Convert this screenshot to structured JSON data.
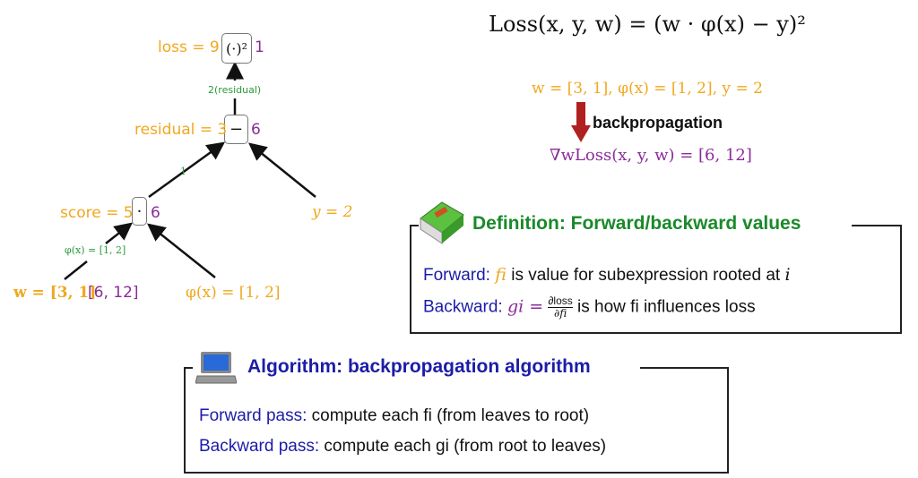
{
  "graph": {
    "loss_node": {
      "op": "(·)²",
      "forward_label": "loss = 9",
      "backward": "1"
    },
    "edge_loss_residual": "2(residual)",
    "residual_node": {
      "op": "−",
      "forward_label": "residual = 3",
      "backward": "6"
    },
    "edge_residual_score": "1",
    "score_node": {
      "op": "·",
      "forward_label": "score = 5",
      "backward": "6"
    },
    "edge_score_w": "φ(x) = [1, 2]",
    "y_leaf": "y = 2",
    "w_leaf": {
      "forward_label": "w = [3, 1]",
      "backward": "[6, 12]"
    },
    "phi_leaf": "φ(x) = [1, 2]"
  },
  "formula": {
    "loss": "Loss(x, y, w) = (w · φ(x) − y)²",
    "inputs": "w = [3, 1], φ(x) = [1, 2], y = 2",
    "arrow_label": "backpropagation",
    "gradient": "∇wLoss(x, y, w) = [6, 12]"
  },
  "definition": {
    "title": "Definition:  Forward/backward values",
    "forward_label": "Forward:",
    "forward_var": "fi",
    "forward_text": "is value for subexpression rooted at",
    "forward_end": "i",
    "backward_label": "Backward:",
    "backward_var": "gi =",
    "frac_num": "∂loss",
    "frac_den": "∂fi",
    "backward_text": "is how fi influences loss"
  },
  "algorithm": {
    "title": "Algorithm:  backpropagation algorithm",
    "forward_label": "Forward pass:",
    "forward_text": "compute each fi (from leaves to root)",
    "backward_label": "Backward pass:",
    "backward_text": "compute each gi (from root to leaves)"
  },
  "colors": {
    "forward": "#f0a81e",
    "backward": "#8a2c9a",
    "edge": "#2a9a3a",
    "def_title": "#1a8a2a",
    "alg_title": "#1c1ca8",
    "arrow": "#b02020"
  }
}
